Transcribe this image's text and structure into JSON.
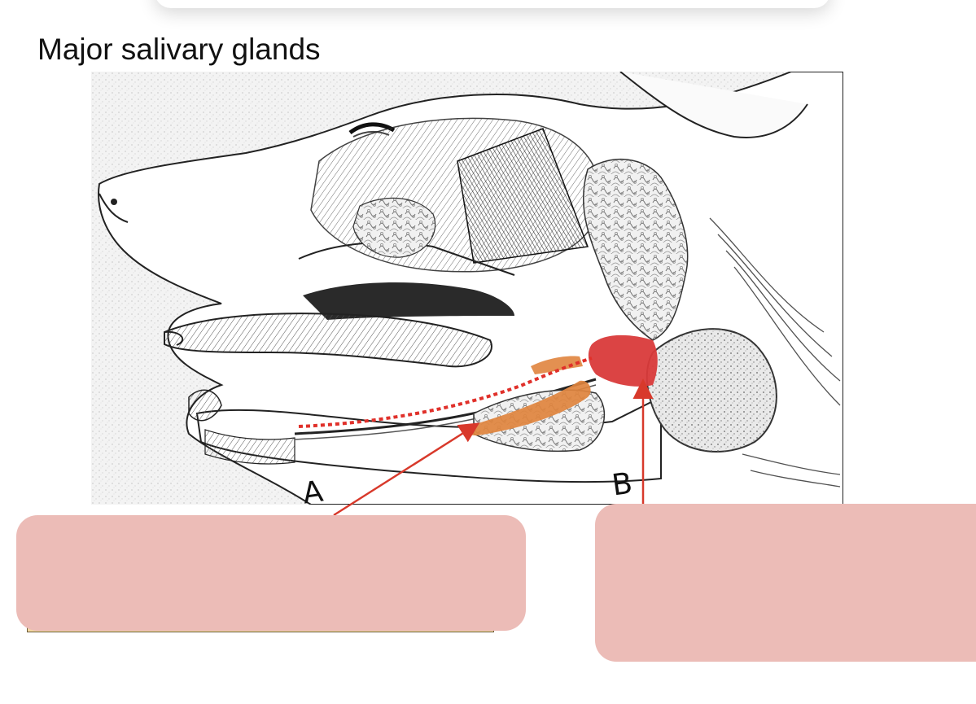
{
  "title": "Major salivary glands",
  "labels": {
    "a": "A",
    "b": "B"
  },
  "answers": {
    "a": "",
    "b": ""
  },
  "colors": {
    "sublingual_highlight": "#e0843e",
    "mandibular_highlight": "#d93a3a",
    "duct_dotted": "#e0302a",
    "arrow": "#d8392b",
    "answer_box": "#ecbcb7"
  },
  "icons": {
    "illustration": "dog-head-dissection-illustration"
  }
}
